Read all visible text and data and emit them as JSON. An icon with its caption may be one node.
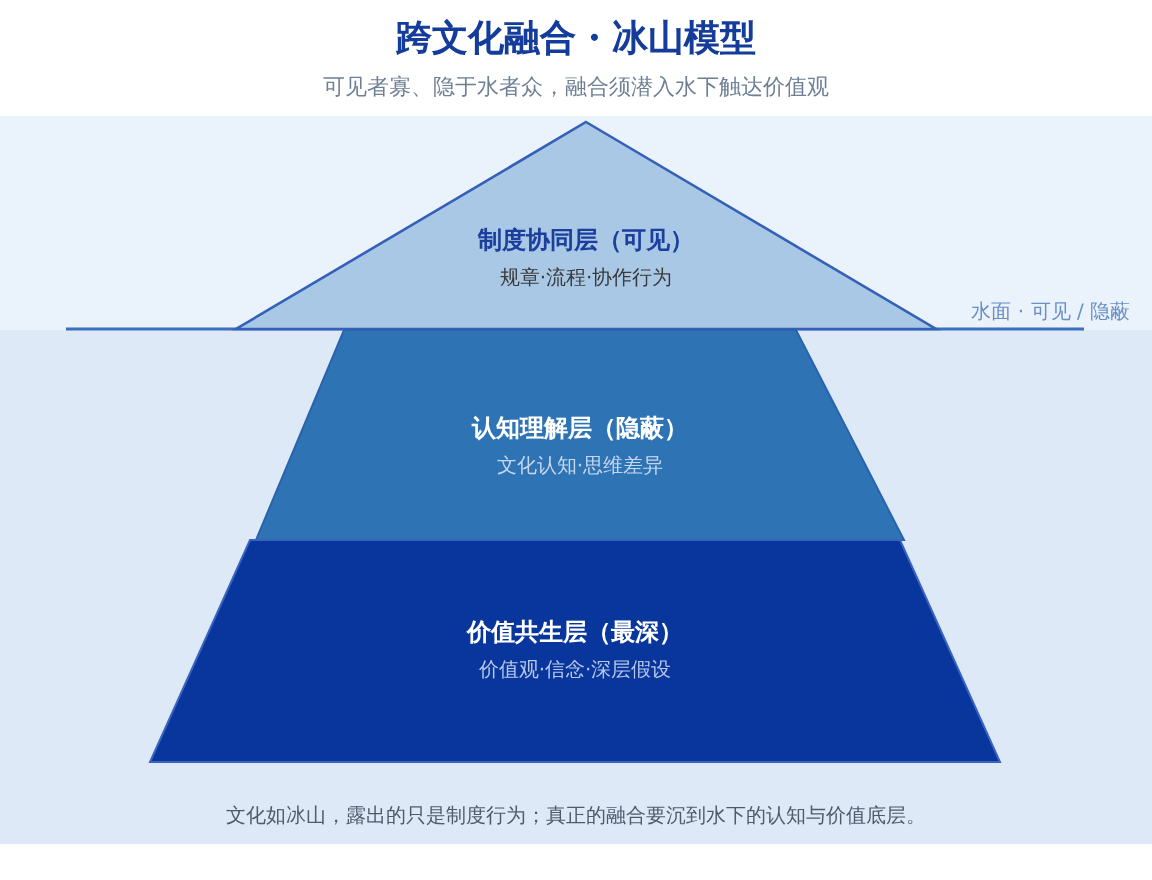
{
  "diagram": {
    "title": "跨文化融合・冰山模型",
    "nodes": [
      {
        "text": [
          "制度协同层（可见）",
          "规章·流程·协作行为"
        ]
      },
      {
        "text": [
          "认知理解层（隐蔽）",
          "文化认知·思维差异"
        ]
      },
      {
        "text": [
          "价值共生层（最深）",
          "价值观·信念·深层假设"
        ]
      }
    ],
    "labels": [
      "可见者寡、隐于水者众，融合须潜入水下触达价值观",
      "水面 · 可见 / 隐蔽"
    ],
    "caption": "文化如冰山，露出的只是制度行为；真正的融合要沉到水下的认知与价值底层。"
  }
}
